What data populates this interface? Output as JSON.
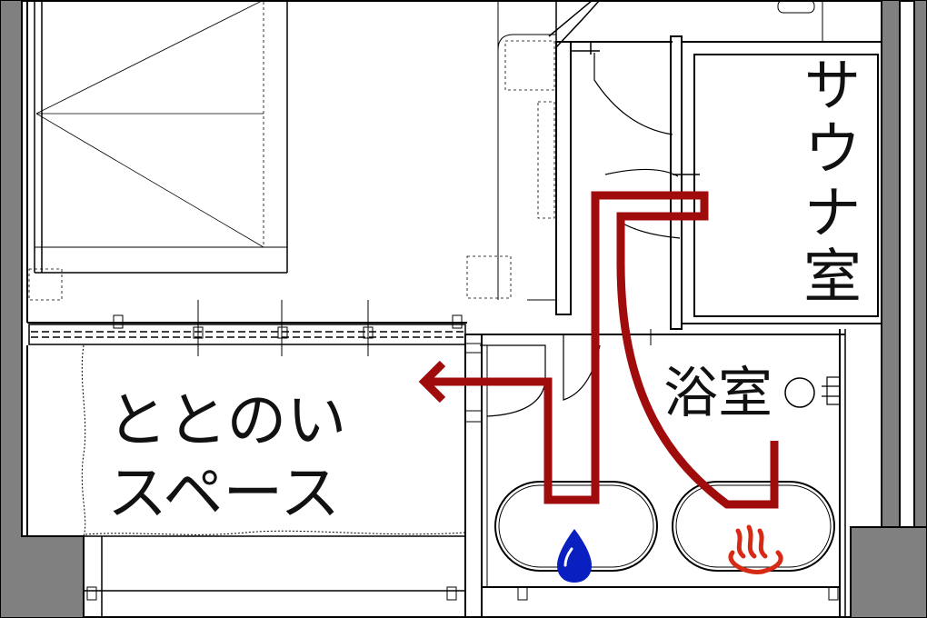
{
  "labels": {
    "sauna": "サウナ室",
    "bath": "浴室",
    "rest_line1": "ととのい",
    "rest_line2": "スペース"
  },
  "colors": {
    "wall": "#808080",
    "line": "#000000",
    "route": "#a00c0c",
    "water_drop": "#0a1fc0",
    "hot_spring_symbol": "#d62a14"
  },
  "icons": {
    "cold_bath": "water-drop-icon",
    "hot_bath": "hot-spring-icon",
    "route_end": "arrow-left-icon"
  }
}
